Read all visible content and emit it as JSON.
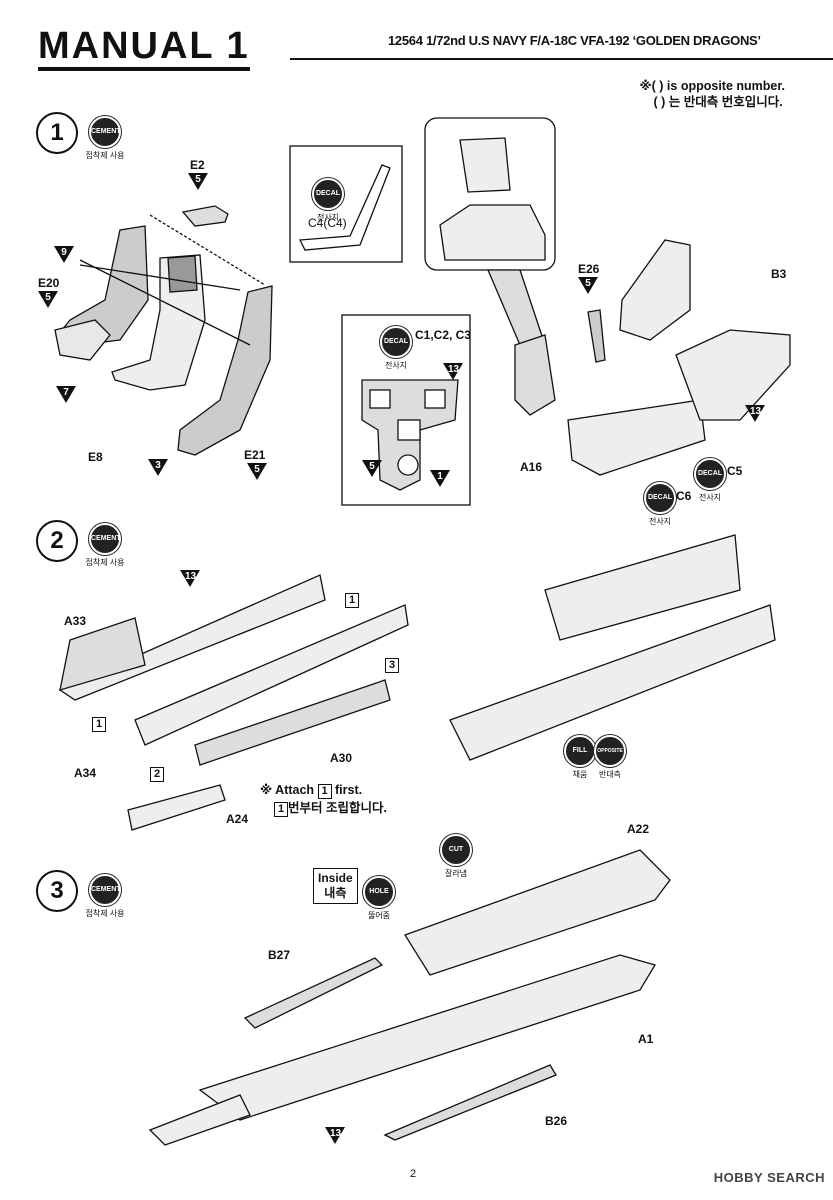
{
  "header": {
    "title": "MANUAL 1",
    "subtitle": "12564 1/72nd U.S NAVY F/A-18C VFA-192 ‘GOLDEN DRAGONS’"
  },
  "note": {
    "line1": "※( ) is opposite number.",
    "line2": "( ) 는 반대측 번호입니다."
  },
  "badges": {
    "cement_label": "CEMENT",
    "cement_caption": "접착제 사용",
    "decal_label": "DECAL",
    "decal_caption": "전사지",
    "fill_label": "FILL",
    "fill_caption": "채움",
    "opposite_label": "OPPOSITE",
    "opposite_caption": "반대측",
    "cut_label": "CUT",
    "cut_caption": "잘라냄",
    "hole_label": "HOLE",
    "hole_caption": "뚫어줌"
  },
  "steps": [
    {
      "number": "1"
    },
    {
      "number": "2"
    },
    {
      "number": "3"
    }
  ],
  "step1": {
    "parts": {
      "e2": "E2",
      "e20": "E20",
      "e8": "E8",
      "e21": "E21",
      "c4": "C4(C4)",
      "c1c2c3": "C1,C2, C3",
      "e26": "E26",
      "b3": "B3",
      "a16": "A16",
      "c5": "C5",
      "c6": "C6"
    },
    "colors": {
      "e2": "5",
      "e20": "5",
      "seat_belt": "9",
      "e20_lower": "7",
      "e8": "3",
      "e21": "5",
      "panel_top": "13",
      "panel_left": "5",
      "panel_right": "1",
      "e26": "5",
      "tub": "13"
    }
  },
  "step2": {
    "parts": {
      "a33": "A33",
      "a34": "A34",
      "a30": "A30",
      "a24": "A24"
    },
    "colors": {
      "fuselage": "13"
    },
    "seq": {
      "s1a": "1",
      "s1b": "1",
      "s2": "2",
      "s3": "3"
    },
    "attach_prefix": "※ Attach",
    "attach_num": "1",
    "attach_suffix": " first.",
    "attach_kr_num": "1",
    "attach_kr_suffix": "번부터 조립합니다."
  },
  "step3": {
    "parts": {
      "a22": "A22",
      "b27": "B27",
      "a1": "A1",
      "b26": "B26"
    },
    "colors": {
      "nose": "13"
    },
    "inside_en": "Inside",
    "inside_kr": "내측"
  },
  "footer": {
    "page": "2",
    "watermark": "HOBBY SEARCH"
  }
}
